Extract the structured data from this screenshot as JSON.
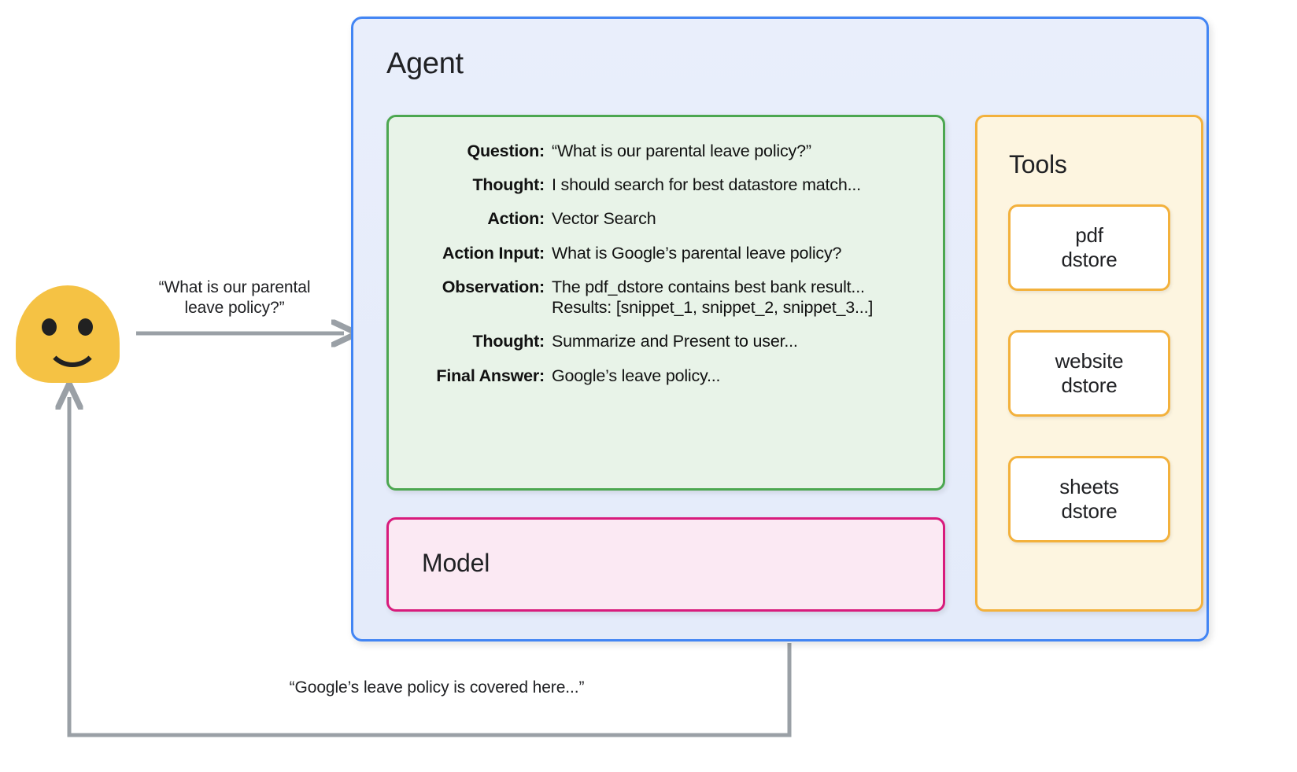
{
  "user": {
    "avatar_name": "user-smiley-avatar"
  },
  "flow": {
    "request_label": "“What is our parental\nleave policy?”",
    "response_label": "“Google’s leave policy is covered here...”"
  },
  "agent": {
    "title": "Agent",
    "trace": {
      "rows": [
        {
          "label": "Question:",
          "value": "“What is our parental leave policy?”"
        },
        {
          "label": "Thought:",
          "value": "I should search for best datastore match..."
        },
        {
          "label": "Action:",
          "value": "Vector Search"
        },
        {
          "label": "Action Input:",
          "value": "What is Google’s parental leave policy?"
        },
        {
          "label": "Observation:",
          "value": "The pdf_dstore contains best bank result...\nResults: [snippet_1, snippet_2, snippet_3...]"
        },
        {
          "label": "Thought:",
          "value": "Summarize and Present to user..."
        },
        {
          "label": "Final Answer:",
          "value": "Google’s leave policy..."
        }
      ]
    },
    "model": {
      "title": "Model"
    },
    "tools": {
      "title": "Tools",
      "items": [
        {
          "label": "pdf\ndstore"
        },
        {
          "label": "website\ndstore"
        },
        {
          "label": "sheets\ndstore"
        }
      ]
    }
  },
  "colors": {
    "agent_border": "#4285F4",
    "agent_fill": "#E8EEFB",
    "trace_border": "#4CA750",
    "trace_fill": "#E8F3E8",
    "model_border": "#D81B7C",
    "model_fill": "#FBE9F3",
    "tools_border": "#F3B13C",
    "tools_fill": "#FDF5E0",
    "tool_card_fill": "#FFFFFF",
    "avatar": "#F5C244",
    "arrow": "#9AA0A6",
    "connector_dots": "#9AA0A6"
  }
}
